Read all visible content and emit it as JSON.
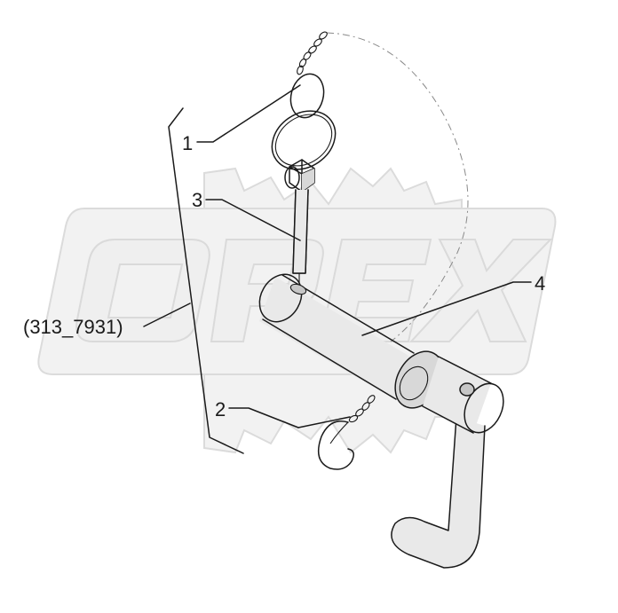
{
  "callouts": {
    "part_1": "1",
    "part_2": "2",
    "part_3": "3",
    "part_4": "4",
    "assembly_ref": "(313_7931)"
  },
  "watermark": {
    "text": "OPEX",
    "color": "#eeeeee"
  },
  "colors": {
    "ink": "#1a1a1a",
    "shading": "#d8d8d8",
    "background": "#ffffff"
  },
  "icons": [
    "gear-watermark-icon",
    "chain-icon",
    "split-ring-icon",
    "lock-pin-icon",
    "r-clip-icon",
    "hitch-pin-icon"
  ]
}
